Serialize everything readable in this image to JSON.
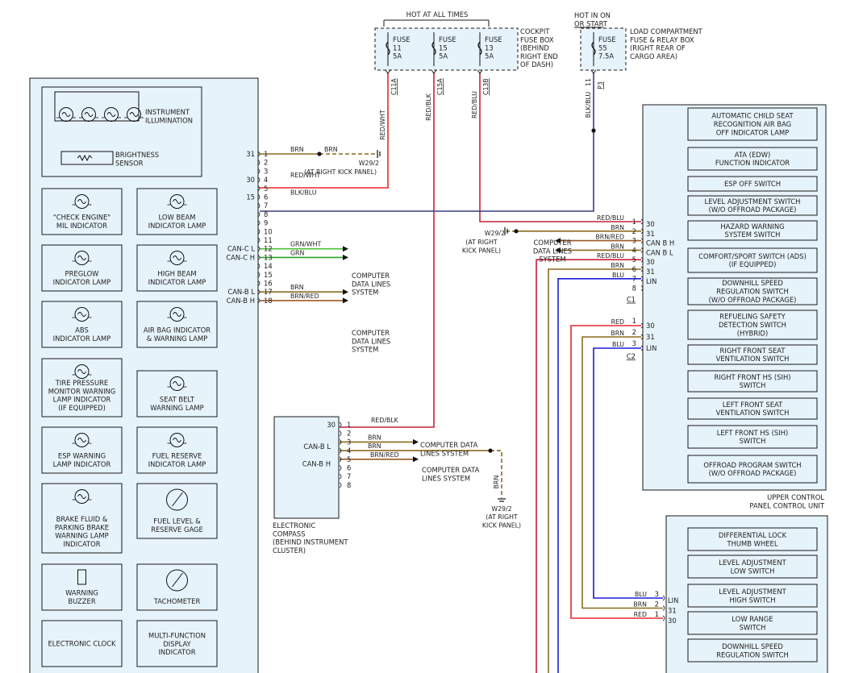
{
  "wire_colors": {
    "RED/WHT": "#e8262b",
    "RED/BLU": "#c8213a",
    "RED/BLK": "#c8213a",
    "RED": "#e8262b",
    "BRN": "#8b6a1e",
    "BRN/RED": "#9b5a22",
    "BLK/BLU": "#3a3e7c",
    "BLU": "#1b1be0",
    "GRN": "#27a327",
    "GRN/WHT": "#4cbf3a"
  },
  "power": {
    "hot_all_times": "HOT AT ALL TIMES",
    "hot_in_on": "HOT IN ON",
    "or_start": "OR START",
    "cockpit_box": [
      "COCKPIT",
      "FUSE BOX",
      "(BEHIND",
      "RIGHT END",
      "OF DASH)"
    ],
    "load_box": [
      "LOAD COMPARTMENT",
      "FUSE & RELAY BOX",
      "(RIGHT REAR OF",
      "CARGO AREA)"
    ],
    "fuses": [
      {
        "word": "FUSE",
        "num": "11",
        "amp": "5A",
        "conn": "C11A",
        "wire": "RED/WHT"
      },
      {
        "word": "FUSE",
        "num": "15",
        "amp": "5A",
        "conn": "C15A",
        "wire": "RED/BLK"
      },
      {
        "word": "FUSE",
        "num": "13",
        "amp": "5A",
        "conn": "C13B",
        "wire": "RED/BLU"
      },
      {
        "word": "FUSE",
        "num": "55",
        "amp": "7.5A",
        "conn": "P3",
        "pin": "11",
        "wire": "BLK/BLU"
      }
    ]
  },
  "cluster": {
    "components": [
      "INSTRUMENT|ILLUMINATION",
      "BRIGHTNESS|SENSOR",
      "\"CHECK ENGINE\"|MIL INDICATOR",
      "LOW BEAM|INDICATOR LAMP",
      "PREGLOW|INDICATOR LAMP",
      "HIGH BEAM|INDICATOR LAMP",
      "ABS|INDICATOR LAMP",
      "AIR BAG INDICATOR|& WARNING LAMP",
      "TIRE PRESSURE|MONITOR WARNING|LAMP INDICATOR|(IF EQUIPPED)",
      "SEAT BELT|WARNING LAMP",
      "ESP WARNING|LAMP INDICATOR",
      "FUEL RESERVE|INDICATOR LAMP",
      "BRAKE FLUID &|PARKING BRAKE|WARNING LAMP|INDICATOR",
      "FUEL LEVEL &|RESERVE GAGE",
      "WARNING|BUZZER",
      "TACHOMETER",
      "ELECTRONIC CLOCK",
      "MULTI-FUNCTION|DISPLAY|INDICATOR"
    ],
    "pins": [
      "1",
      "2",
      "3",
      "4",
      "5",
      "6",
      "7",
      "8",
      "9",
      "10",
      "11",
      "12",
      "13",
      "14",
      "15",
      "16",
      "17",
      "18"
    ],
    "terminals": [
      "31",
      "30",
      "15",
      "CAN-C L",
      "CAN-C H",
      "CAN-B L",
      "CAN-B H"
    ],
    "wires": [
      {
        "pin": "1",
        "color": "BRN",
        "color2": "BRN"
      },
      {
        "pin": "4",
        "color": "RED/WHT"
      },
      {
        "pin": "6",
        "color": "BLK/BLU"
      },
      {
        "pin": "12",
        "color": "GRN/WHT"
      },
      {
        "pin": "13",
        "color": "GRN"
      },
      {
        "pin": "17",
        "color": "BRN"
      },
      {
        "pin": "18",
        "color": "BRN/RED"
      }
    ]
  },
  "ground_1": {
    "id": "W29/2",
    "loc": "(AT RIGHT KICK PANEL)"
  },
  "ground_2": {
    "id": "W29/2",
    "loc": [
      "(AT RIGHT",
      "KICK PANEL)"
    ]
  },
  "ground_3": {
    "id": "W29/2",
    "loc": [
      "(AT RIGHT",
      "KICK PANEL)"
    ]
  },
  "data_lines": "COMPUTER|DATA LINES|SYSTEM",
  "data_lines_2": "COMPUTER DATA|LINES SYSTEM",
  "compass": {
    "label": [
      "ELECTRONIC",
      "COMPASS",
      "(BEHIND INSTRUMENT",
      "CLUSTER)"
    ],
    "pins": [
      "1",
      "2",
      "3",
      "4",
      "5",
      "6",
      "7",
      "8"
    ],
    "terminals": [
      "30",
      "CAN-B L",
      "CAN-B H"
    ],
    "wires": [
      {
        "pin": "1",
        "color": "RED/BLK"
      },
      {
        "pin": "3",
        "color": "BRN"
      },
      {
        "pin": "4",
        "color": "BRN"
      },
      {
        "pin": "5",
        "color": "BRN/RED"
      }
    ],
    "ground_wire": "BRN"
  },
  "upper_unit": {
    "name": [
      "UPPER CONTROL",
      "PANEL CONTROL UNIT"
    ],
    "switches": [
      "AUTOMATIC CHILD SEAT|RECOGNITION AIR BAG|OFF INDICATOR LAMP",
      "ATA (EDW)|FUNCTION INDICATOR",
      "ESP OFF SWITCH",
      "LEVEL ADJUSTMENT SWITCH|(W/O OFFROAD PACKAGE)",
      "HAZARD WARNING|SYSTEM SWITCH",
      "COMFORT/SPORT SWITCH (ADS)|(IF EQUIPPED)",
      "DOWNHILL SPEED|REGULATION SWITCH|(W/O OFFROAD PACKAGE)",
      "REFUELING SAFETY|DETECTION SWITCH|(HYBRID)",
      "RIGHT FRONT SEAT|VENTILATION SWITCH",
      "RIGHT FRONT HS (SIH)|SWITCH",
      "LEFT FRONT SEAT|VENTILATION SWITCH",
      "LEFT FRONT HS (SIH)|SWITCH",
      "OFFROAD PROGRAM SWITCH|(W/O OFFROAD PACKAGE)"
    ],
    "c1_label": "C1",
    "c2_label": "C2",
    "c1_wires": [
      {
        "pin": "1",
        "color": "RED/BLU",
        "term": "30"
      },
      {
        "pin": "2",
        "color": "BRN",
        "term": "31"
      },
      {
        "pin": "3",
        "color": "BRN/RED",
        "term": "CAN B H"
      },
      {
        "pin": "4",
        "color": "BRN",
        "term": "CAN B L"
      },
      {
        "pin": "5",
        "color": "RED/BLU",
        "term": "30"
      },
      {
        "pin": "6",
        "color": "BRN",
        "term": "31"
      },
      {
        "pin": "7",
        "color": "BLU",
        "term": "LIN"
      },
      {
        "pin": "8",
        "color": "",
        "term": ""
      }
    ],
    "c2_wires": [
      {
        "pin": "1",
        "color": "RED",
        "term": "30"
      },
      {
        "pin": "2",
        "color": "BRN",
        "term": "31"
      },
      {
        "pin": "3",
        "color": "BLU",
        "term": "LIN"
      }
    ]
  },
  "lower_unit": {
    "switches": [
      "DIFFERENTIAL LOCK|THUMB WHEEL",
      "LEVEL ADJUSTMENT|LOW SWITCH",
      "LEVEL ADJUSTMENT|HIGH SWITCH",
      "LOW RANGE|SWITCH",
      "DOWNHILL SPEED|REGULATION SWITCH"
    ],
    "wires": [
      {
        "pin": "3",
        "color": "BLU",
        "term": "LIN"
      },
      {
        "pin": "2",
        "color": "BRN",
        "term": "31"
      },
      {
        "pin": "1",
        "color": "RED",
        "term": "30"
      }
    ]
  }
}
